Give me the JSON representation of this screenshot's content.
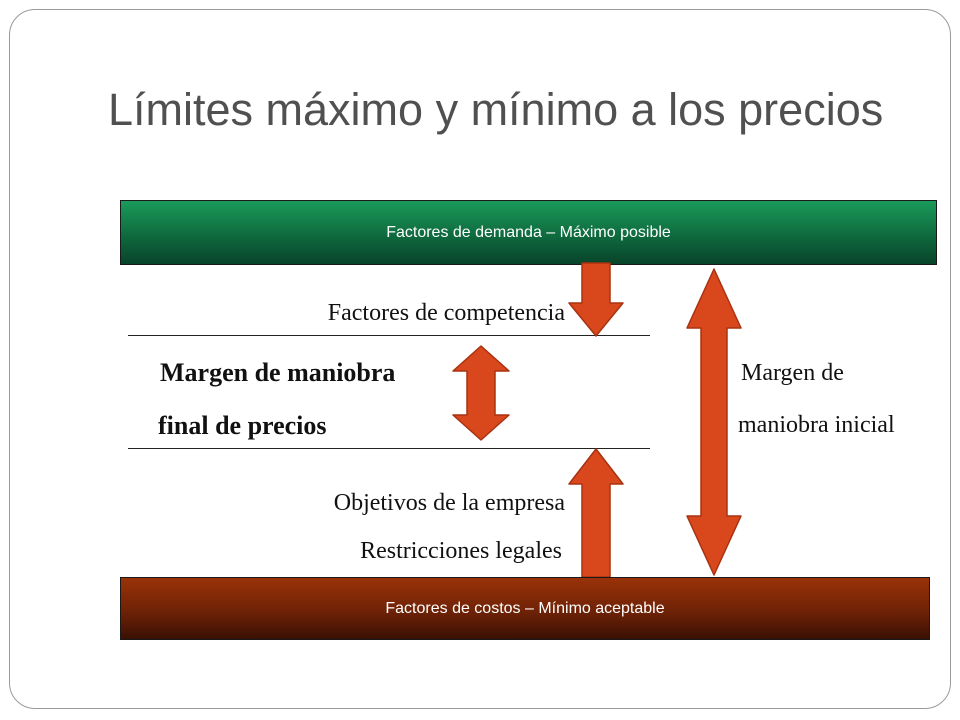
{
  "slide": {
    "title": "Límites máximo y mínimo a los precios",
    "top_bar": "Factores de demanda – Máximo posible",
    "bottom_bar": "Factores de costos – Mínimo aceptable",
    "competencia": "Factores de competencia",
    "margen_final_line1": "Margen de maniobra",
    "margen_final_line2": "final de precios",
    "margen_inicial_line1": "Margen de",
    "margen_inicial_line2": "maniobra inicial",
    "objetivos": "Objetivos de la empresa",
    "restricciones": "Restricciones legales"
  },
  "colors": {
    "arrow_fill": "#d9481c",
    "arrow_stroke": "#a83210",
    "top_bar": "#0f6a3e",
    "bottom_bar": "#6e2206",
    "title": "#505050"
  }
}
